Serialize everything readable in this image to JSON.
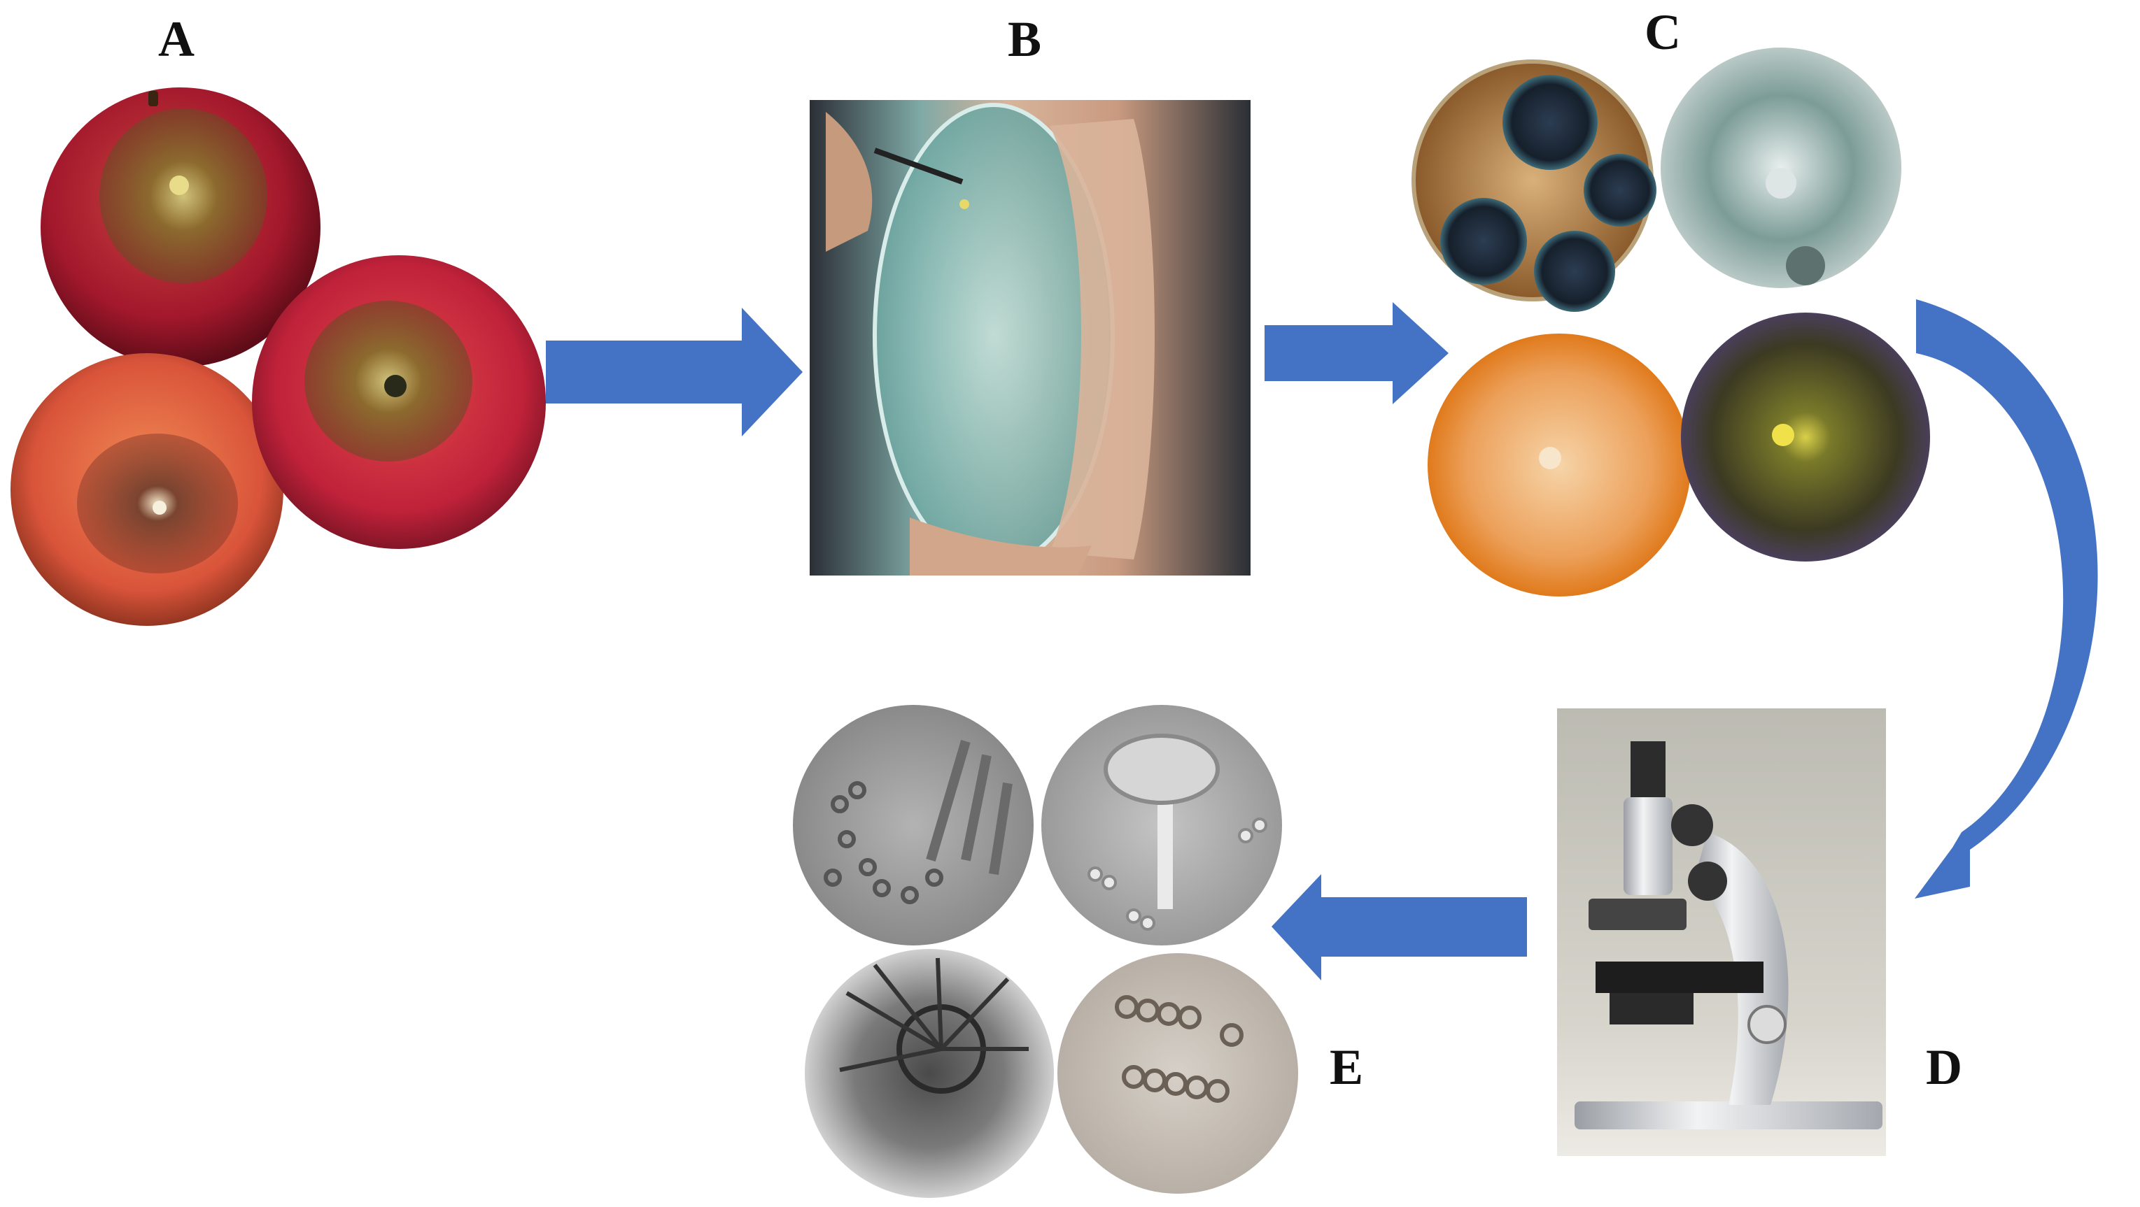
{
  "panels": {
    "a": {
      "label": "A"
    },
    "b": {
      "label": "B"
    },
    "c": {
      "label": "C"
    },
    "d": {
      "label": "D"
    },
    "e": {
      "label": "E"
    }
  },
  "colors": {
    "arrow": "#4472C4",
    "apple_red": "#b5243a",
    "apple_orange": "#e0633a",
    "lesion_brown": "#7a5a2a",
    "agar_teal": "#9ecfc9",
    "colony_dark": "#1f2b3a",
    "colony_orange": "#e88a2e",
    "colony_olive": "#3a3a1e",
    "micro_gray": "#9a9a9a",
    "microscope_bg": "#c9c7bd"
  }
}
